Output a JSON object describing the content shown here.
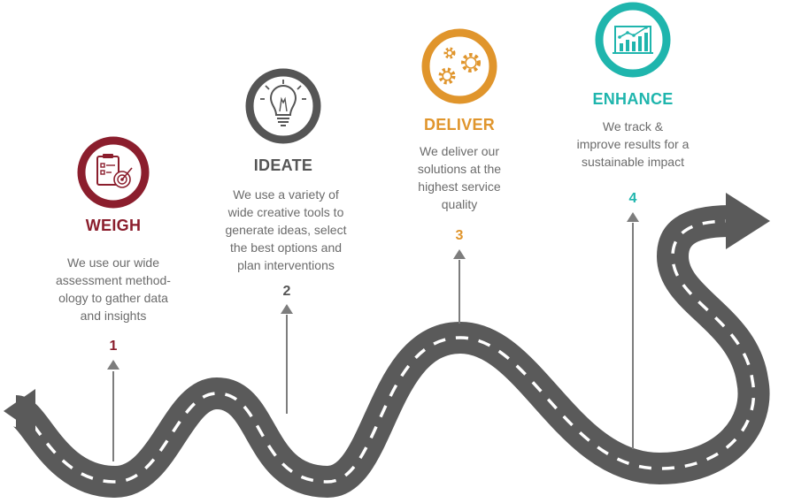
{
  "colors": {
    "road": "#5a5a5a",
    "road_dash": "#ffffff",
    "pointer": "#7d7d7d",
    "weigh": "#8b1e2d",
    "ideate": "#555555",
    "deliver": "#e0952c",
    "enhance": "#1fb5ad",
    "text": "#6b6b6b"
  },
  "steps": [
    {
      "number": "1",
      "title": "WEIGH",
      "icon": "clipboard-target-icon",
      "description": "We use our wide\nassessment method-\nology  to gather data\nand insights"
    },
    {
      "number": "2",
      "title": "IDEATE",
      "icon": "lightbulb-icon",
      "description": "We use a variety of\nwide creative tools to\ngenerate ideas, select\nthe best options and\nplan interventions"
    },
    {
      "number": "3",
      "title": "DELIVER",
      "icon": "gears-icon",
      "description": "We deliver our\nsolutions at the\nhighest  service\nquality"
    },
    {
      "number": "4",
      "title": "ENHANCE",
      "icon": "growth-chart-icon",
      "description": "We track &\nimprove results for a\nsustainable impact"
    }
  ]
}
